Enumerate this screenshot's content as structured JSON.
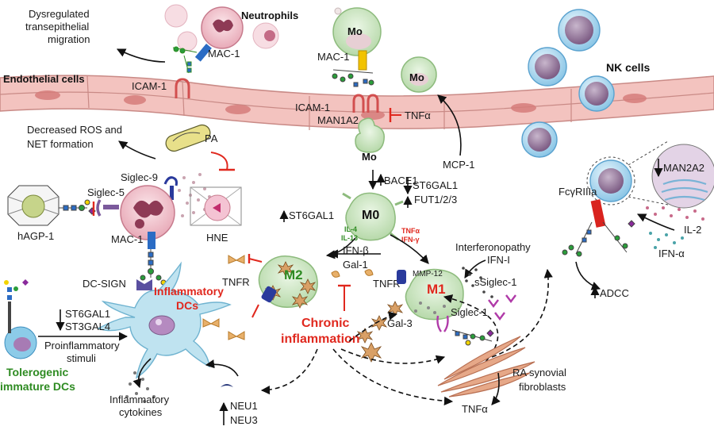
{
  "labels": {
    "neutrophils": "Neutrophils",
    "dysregulated_1": "Dysregulated",
    "dysregulated_2": "transepithelial",
    "dysregulated_3": "migration",
    "mac1_neutro": "MAC-1",
    "endothelial": "Endothelial cells",
    "icam1_left": "ICAM-1",
    "decreased_ros_1": "Decreased ROS and",
    "decreased_ros_2": "NET formation",
    "pa": "PA",
    "siglec9": "Siglec-9",
    "siglec5": "Siglec-5",
    "hagp1": "hAGP-1",
    "mac1_left": "MAC-1",
    "hne": "HNE",
    "dc_sign": "DC-SIGN",
    "inflammatory_dcs_1": "Inflammatory",
    "inflammatory_dcs_2": "DCs",
    "st6gal1_dc": "ST6GAL1",
    "st3gal4_dc": "ST3GAL4",
    "proinflammatory_1": "Proinflammatory",
    "proinflammatory_2": "stimuli",
    "tolerogenic_1": "Tolerogenic",
    "tolerogenic_2": "immature DCs",
    "inflammatory_cytokines_1": "Inflammatory",
    "inflammatory_cytokines_2": "cytokines",
    "neu1": "NEU1",
    "neu3": "NEU3",
    "mo_top": "Mo",
    "mac1_mo": "MAC-1",
    "mo_floating": "Mo",
    "icam1_center": "ICAM-1",
    "man1a2": "MAN1A2",
    "tnfa_top": "TNFα",
    "mcp1": "MCP-1",
    "mo_trans": "Mo",
    "bace1": "BACE1",
    "m0": "M0",
    "st6gal1_m0": "ST6GAL1",
    "il4": "IL-4",
    "il13": "IL-13",
    "st6gal1_m1": "ST6GAL1",
    "fut": "FUT1/2/3",
    "tnfa_small": "TNFα",
    "ifng_small": "IFN-γ",
    "m2": "M2",
    "tnfr_m2": "TNFR",
    "ifnb": "IFN-β",
    "gal1": "Gal-1",
    "tnfr_m1": "TNFR",
    "mmp12": "MMP-12",
    "m1": "M1",
    "interferonopathy": "Interferonopathy",
    "ifn_i": "IFN-I",
    "ssiglec1": "sSiglec-1",
    "siglec1": "Siglec-1",
    "chronic_1": "Chronic",
    "chronic_2": "inflammation",
    "gal3": "Gal-3",
    "ra_1": "RA synovial",
    "ra_2": "fibroblasts",
    "tnfa_bottom": "TNFα",
    "nk_cells": "NK cells",
    "man2a2": "MAN2A2",
    "fcgr3a": "FcγRIIIa",
    "il2": "IL-2",
    "ifna": "IFN-α",
    "adcc": "ADCC"
  },
  "colors": {
    "endothelium": "#f3c3bf",
    "endothelium_edge": "#c98a86",
    "neutrophil": "#f4d2d8",
    "nucleus": "#8e3a55",
    "monocyte": "#cfe7c6",
    "mo_nucleus": "#e7cfd4",
    "nk_cell": "#bfe0f2",
    "nk_nucleus": "#8d6f92",
    "dc_cell": "#bfe3f0",
    "accent_red": "#e0281e",
    "accent_green": "#2e8b22"
  }
}
